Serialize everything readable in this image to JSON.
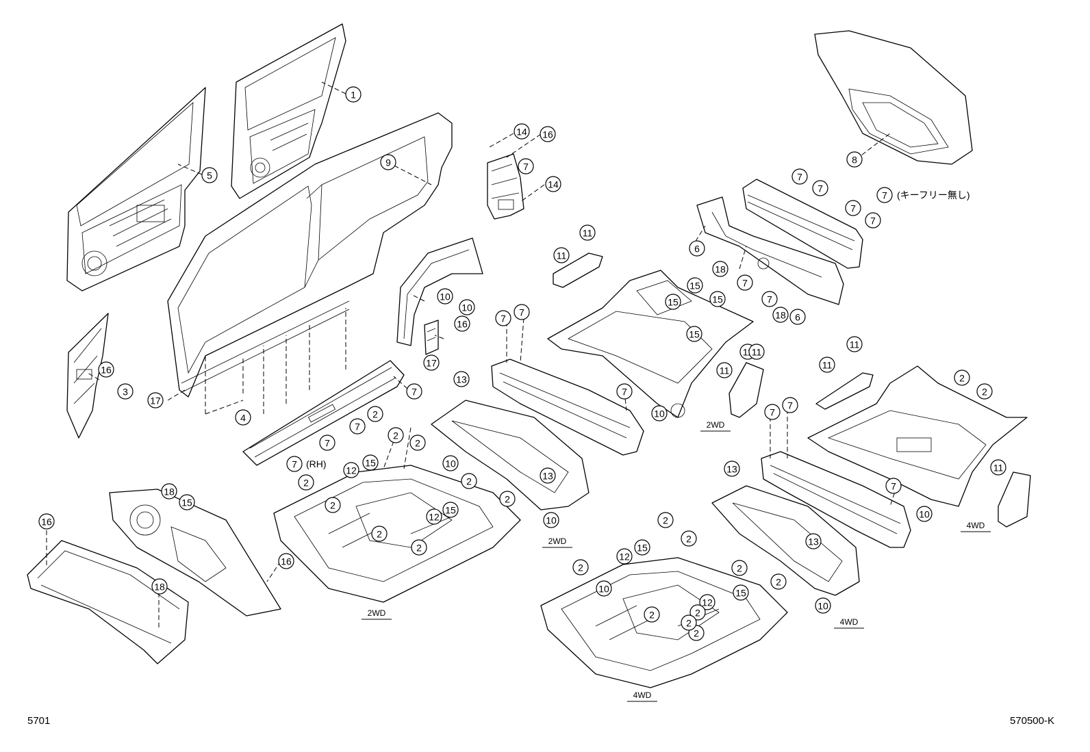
{
  "page": {
    "sheet_code": "5701",
    "figure_code": "570500-K"
  },
  "callouts": [
    {
      "label": "1"
    },
    {
      "label": "5"
    },
    {
      "label": "9"
    },
    {
      "label": "14"
    },
    {
      "label": "16"
    },
    {
      "label": "7"
    },
    {
      "label": "14"
    },
    {
      "label": "8"
    },
    {
      "label": "7"
    },
    {
      "label": "7"
    },
    {
      "label": "7"
    },
    {
      "label": "7"
    },
    {
      "label": "7"
    },
    {
      "label": "6"
    },
    {
      "label": "18"
    },
    {
      "label": "7"
    },
    {
      "label": "7"
    },
    {
      "label": "18"
    },
    {
      "label": "6"
    },
    {
      "label": "11"
    },
    {
      "label": "11"
    },
    {
      "label": "10"
    },
    {
      "label": "10"
    },
    {
      "label": "16"
    },
    {
      "label": "17"
    },
    {
      "label": "7"
    },
    {
      "label": "7"
    },
    {
      "label": "15"
    },
    {
      "label": "15"
    },
    {
      "label": "15"
    },
    {
      "label": "15"
    },
    {
      "label": "7"
    },
    {
      "label": "10"
    },
    {
      "label": "11"
    },
    {
      "label": "11"
    },
    {
      "label": "16"
    },
    {
      "label": "3"
    },
    {
      "label": "17"
    },
    {
      "label": "4"
    },
    {
      "label": "7"
    },
    {
      "label": "2"
    },
    {
      "label": "7"
    },
    {
      "label": "7"
    },
    {
      "label": "7"
    },
    {
      "label": "13"
    },
    {
      "label": "2"
    },
    {
      "label": "2"
    },
    {
      "label": "12"
    },
    {
      "label": "15"
    },
    {
      "label": "2"
    },
    {
      "label": "2"
    },
    {
      "label": "10"
    },
    {
      "label": "13"
    },
    {
      "label": "2"
    },
    {
      "label": "2"
    },
    {
      "label": "2"
    },
    {
      "label": "12"
    },
    {
      "label": "15"
    },
    {
      "label": "2"
    },
    {
      "label": "10"
    },
    {
      "label": "18"
    },
    {
      "label": "15"
    },
    {
      "label": "16"
    },
    {
      "label": "16"
    },
    {
      "label": "18"
    },
    {
      "label": "11"
    },
    {
      "label": "11"
    },
    {
      "label": "2"
    },
    {
      "label": "2"
    },
    {
      "label": "7"
    },
    {
      "label": "7"
    },
    {
      "label": "13"
    },
    {
      "label": "7"
    },
    {
      "label": "11"
    },
    {
      "label": "11"
    },
    {
      "label": "10"
    },
    {
      "label": "2"
    },
    {
      "label": "2"
    },
    {
      "label": "2"
    },
    {
      "label": "12"
    },
    {
      "label": "15"
    },
    {
      "label": "2"
    },
    {
      "label": "2"
    },
    {
      "label": "10"
    },
    {
      "label": "13"
    },
    {
      "label": "2"
    },
    {
      "label": "2"
    },
    {
      "label": "12"
    },
    {
      "label": "15"
    },
    {
      "label": "2"
    },
    {
      "label": "2"
    },
    {
      "label": "10"
    }
  ],
  "notes": {
    "rh": "(RH)",
    "keyfree": "(キーフリー無し)"
  },
  "variant_labels": [
    "2WD",
    "2WD",
    "2WD",
    "4WD",
    "4WD",
    "4WD"
  ]
}
